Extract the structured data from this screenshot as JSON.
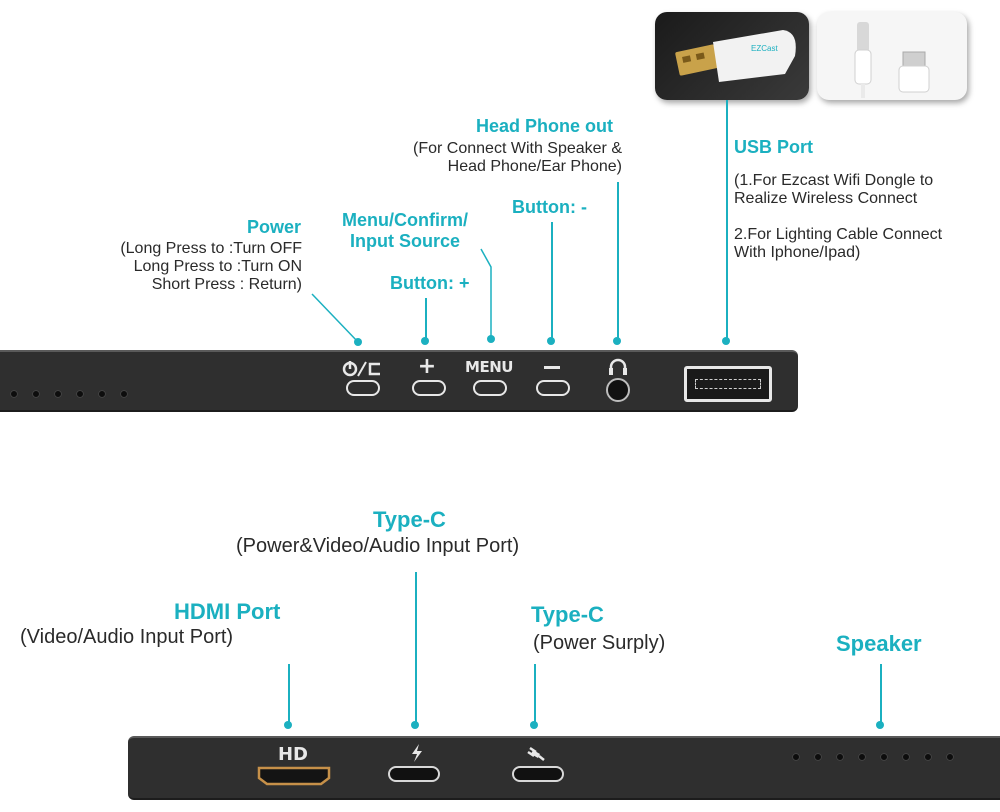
{
  "top_panel": {
    "power": {
      "title": "Power",
      "lines": [
        "(Long Press to :Turn OFF",
        "Long Press to :Turn ON",
        "Short Press : Return)"
      ]
    },
    "menu": {
      "title_line1": "Menu/Confirm/",
      "title_line2": "Input Source",
      "button_label": "MENU"
    },
    "button_plus": {
      "title": "Button: +"
    },
    "button_minus": {
      "title": "Button: -"
    },
    "headphone": {
      "title": "Head Phone out",
      "lines": [
        "(For Connect With Speaker &",
        "Head Phone/Ear Phone)"
      ]
    },
    "usb": {
      "title": "USB Port",
      "lines": [
        "(1.For Ezcast Wifi Dongle to",
        "Realize Wireless Connect"
      ],
      "lines2": [
        "2.For Lighting Cable Connect",
        "With Iphone/Ipad)"
      ],
      "dongle_brand": "EZCast"
    }
  },
  "bottom_panel": {
    "type_c_video": {
      "title": "Type-C",
      "subtitle": "(Power&Video/Audio Input Port)"
    },
    "hdmi": {
      "title": "HDMI Port",
      "subtitle": "(Video/Audio Input Port)",
      "port_label": "HD"
    },
    "type_c_power": {
      "title": "Type-C",
      "subtitle": "(Power Surply)"
    },
    "speaker": {
      "title": "Speaker"
    }
  },
  "icons": {
    "power_icon": "power-return-icon",
    "plus_icon": "plus-icon",
    "minus_icon": "minus-icon",
    "headphone_icon": "headphone-icon",
    "lightning_icon": "lightning-icon",
    "plug_icon": "plug-icon"
  },
  "colors": {
    "accent": "#1bb0c0",
    "panel": "#2f2f2f",
    "text": "#2a2a2a"
  }
}
